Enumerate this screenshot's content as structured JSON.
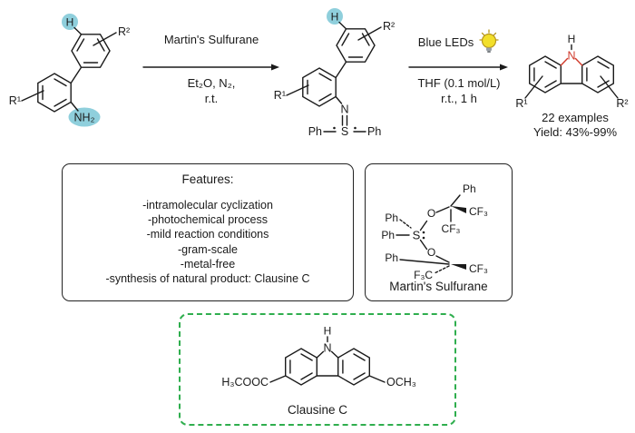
{
  "figure": {
    "type": "photochemical carbazole synthesis reaction scheme"
  },
  "scheme": {
    "arrow1": {
      "above": "Martin's Sulfurane",
      "below1": "Et₂O, N₂,",
      "below2": "r.t."
    },
    "arrow2": {
      "above": "Blue LEDs",
      "below1": "THF (0.1 mol/L)",
      "below2": "r.t., 1 h"
    },
    "product_notes": {
      "line1": "22 examples",
      "line2": "Yield: 43%-99%"
    }
  },
  "molecules": {
    "start": {
      "h": "H",
      "r1": "R¹",
      "r2": "R²",
      "nh2": "NH₂"
    },
    "intermediate": {
      "h": "H",
      "r1": "R¹",
      "r2": "R²",
      "n": "N",
      "s": "S",
      "ph_left": "Ph",
      "ph_right": "Ph"
    },
    "product": {
      "h": "H",
      "n": "N",
      "r1": "R¹",
      "r2": "R²"
    },
    "sulfurane": {
      "ph1": "Ph",
      "ph2": "Ph",
      "ph3": "Ph",
      "s": "S",
      "o_top": "O",
      "o_bottom": "O",
      "ph_top": "Ph",
      "cf3_right": "CF₃",
      "cf3_below": "CF₃",
      "f3c": "F₃C",
      "cf3_bottom": "CF₃"
    },
    "clausine": {
      "h": "H",
      "n": "N",
      "ester": "H₃COOC",
      "methoxy": "OCH₃"
    }
  },
  "features_box": {
    "title": "Features:",
    "items": [
      "-intramolecular cyclization",
      "-photochemical process",
      "-mild reaction conditions",
      "-gram-scale",
      "-metal-free",
      "-synthesis of natural product: Clausine C"
    ]
  },
  "sulfurane_box": {
    "label": "Martin's Sulfurane"
  },
  "clausine_box": {
    "label": "Clausine C"
  },
  "colors": {
    "highlight": "#8fcfdc",
    "red": "#d03a2b",
    "green": "#2fae4e",
    "bulb": "#f2df2a"
  }
}
